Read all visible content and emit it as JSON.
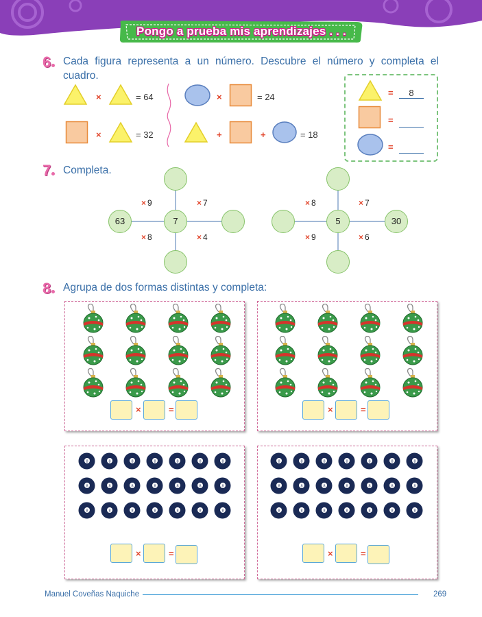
{
  "header": {
    "title": "Pongo a prueba mis aprendizajes . . ."
  },
  "exercise6": {
    "number": "6",
    "instruction": "Cada figura representa a un número. Descubre el número y completa el cuadro.",
    "equations": [
      {
        "op1": "×",
        "op2": "",
        "result": "= 64"
      },
      {
        "op1": "×",
        "op2": "",
        "result": "= 24"
      },
      {
        "op1": "×",
        "op2": "",
        "result": "= 32"
      },
      {
        "op1": "+",
        "op2": "+",
        "result": "= 18"
      }
    ],
    "legend": {
      "triangle_value": "8",
      "square_value": "",
      "circle_value": "",
      "equals": "="
    }
  },
  "exercise7": {
    "number": "7",
    "instruction": "Completa.",
    "left": {
      "center": "7",
      "left": "63",
      "top": "",
      "right": "",
      "bottom": "",
      "multipliers": {
        "top_left": "9",
        "top_right": "7",
        "bottom_left": "8",
        "bottom_right": "4"
      },
      "mul_symbol": "×"
    },
    "right": {
      "center": "5",
      "left": "",
      "top": "",
      "right": "30",
      "bottom": "",
      "multipliers": {
        "top_left": "8",
        "top_right": "7",
        "bottom_left": "9",
        "bottom_right": "6"
      },
      "mul_symbol": "×"
    }
  },
  "exercise8": {
    "number": "8",
    "instruction": "Agrupa de dos formas distintas y completa:",
    "ornament_ball_label": "8",
    "times": "×",
    "equals": "="
  },
  "footer": {
    "author": "Manuel Coveñas Naquiche",
    "page": "269"
  },
  "colors": {
    "header_purple": "#8a3fb8",
    "banner_green": "#47b94a",
    "title_pink": "#d21b8c",
    "text_blue": "#3a6fa8",
    "operator_red": "#e2462c",
    "triangle_yellow": "#fbf26a",
    "square_orange": "#f9caa0",
    "circle_blue": "#a9c2ec",
    "node_green": "#d8edc6"
  }
}
